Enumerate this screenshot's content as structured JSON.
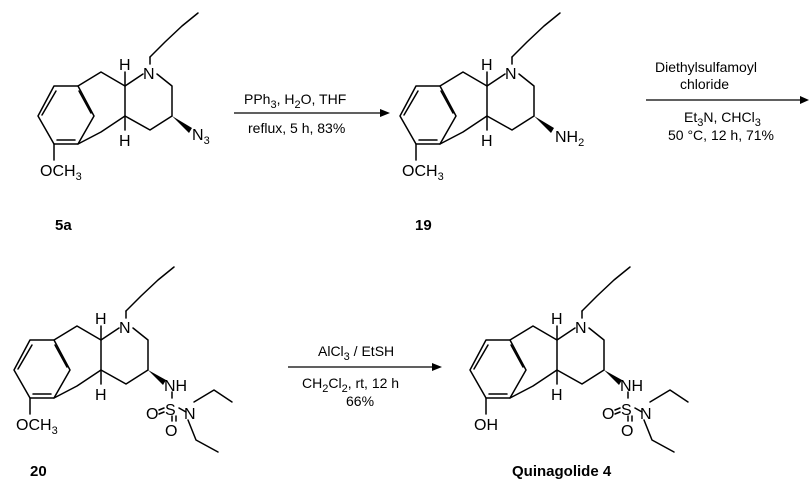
{
  "compounds": {
    "c5a": {
      "label": "5a",
      "substituent": "N",
      "substituent_sub": "3",
      "aryl_group": "OCH",
      "aryl_group_sub": "3"
    },
    "c19": {
      "label": "19",
      "substituent": "NH",
      "substituent_sub": "2",
      "aryl_group": "OCH",
      "aryl_group_sub": "3"
    },
    "c20": {
      "label": "20",
      "aryl_group": "OCH",
      "aryl_group_sub": "3"
    },
    "cq4": {
      "label": "Quinagolide 4",
      "aryl_group": "OH"
    }
  },
  "atoms": {
    "nitrogen": "N",
    "hydrogen": "H",
    "nh": "NH",
    "sulfur": "S",
    "oxygen": "O"
  },
  "reactions": {
    "r1": {
      "line1_a": "PPh",
      "line1_a_sub": "3",
      "line1_b": ", H",
      "line1_b_sub": "2",
      "line1_c": "O, THF",
      "line2": "reflux, 5 h, 83%"
    },
    "r2": {
      "line1": "Diethylsulfamoyl",
      "line2": "chloride",
      "line3_a": "Et",
      "line3_a_sub": "3",
      "line3_b": "N, CHCl",
      "line3_b_sub": "3",
      "line4": "50 °C, 12 h, 71%"
    },
    "r3": {
      "line1_a": "AlCl",
      "line1_a_sub": "3",
      "line1_b": " / EtSH",
      "line2_a": "CH",
      "line2_a_sub": "2",
      "line2_b": "Cl",
      "line2_b_sub": "2",
      "line2_c": ", rt, 12 h",
      "line3": "66%"
    }
  }
}
